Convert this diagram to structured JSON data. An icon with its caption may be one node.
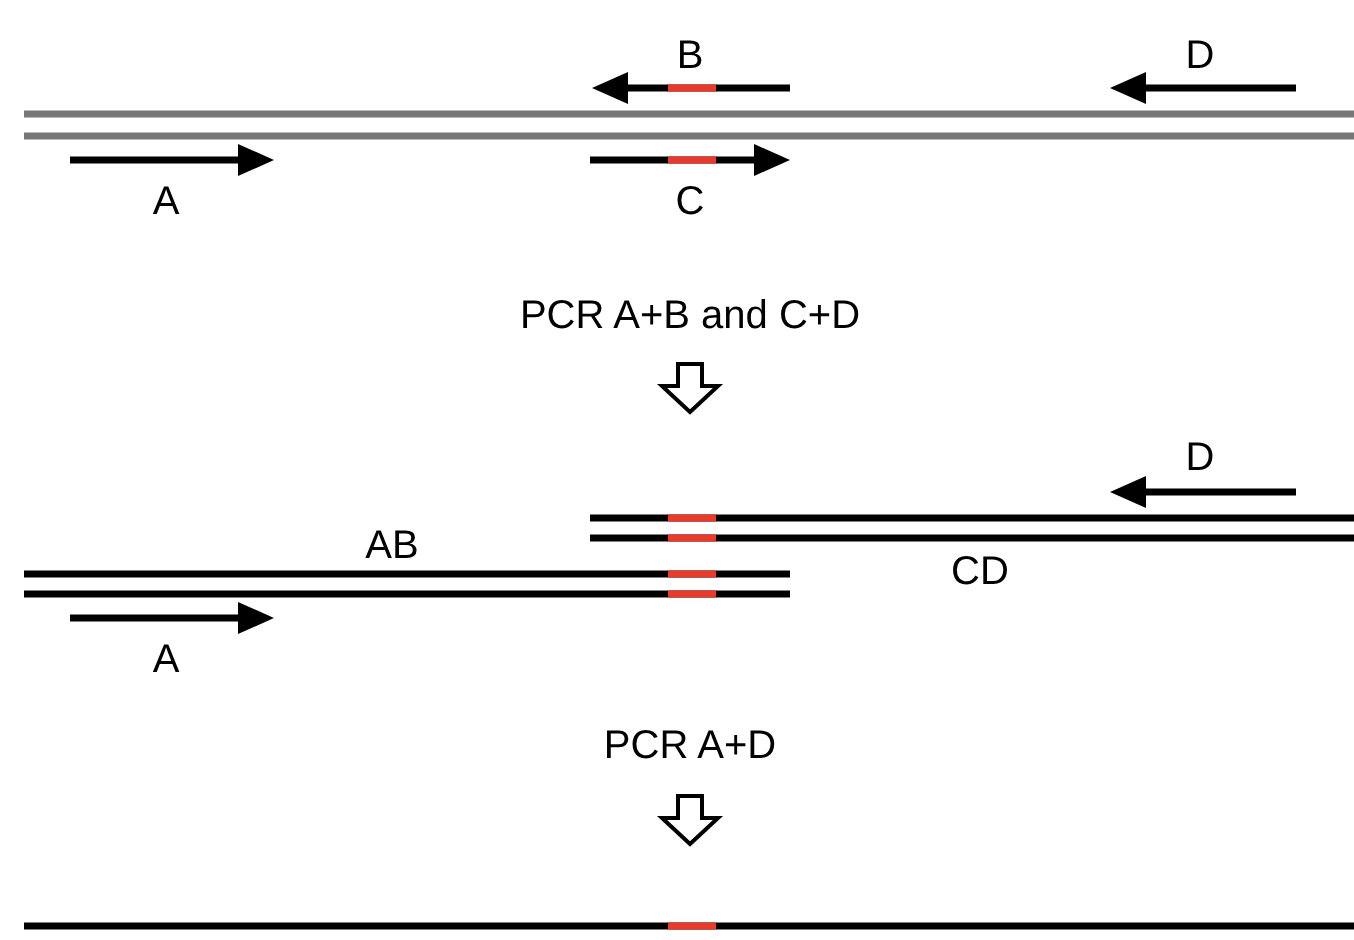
{
  "diagram": {
    "labels": [
      "B",
      "D",
      "A",
      "C",
      "PCR A+B and C+D",
      "D",
      "AB",
      "CD",
      "A",
      "PCR A+D"
    ]
  }
}
